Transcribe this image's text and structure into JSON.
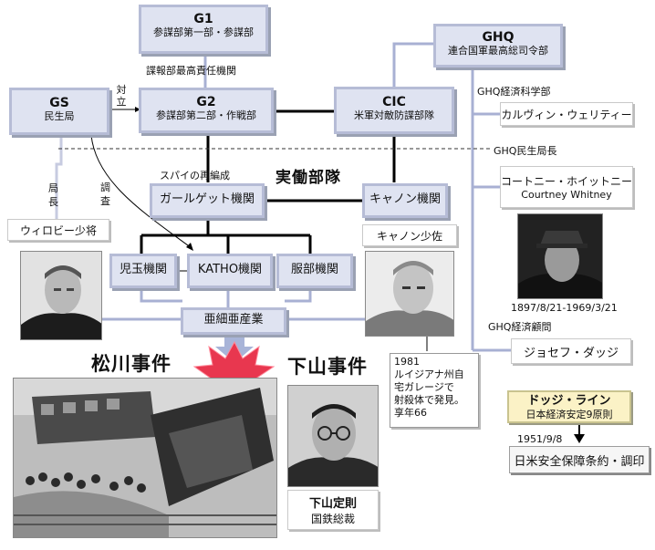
{
  "nodes": {
    "g1": {
      "title": "G1",
      "sub": "参謀部第一部・参謀部"
    },
    "ghq": {
      "title": "GHQ",
      "sub": "連合国軍最高総司令部"
    },
    "gs": {
      "title": "GS",
      "sub": "民生局"
    },
    "g2": {
      "title": "G2",
      "sub": "参謀部第二部・作戦部"
    },
    "cic": {
      "title": "CIC",
      "sub": "米軍対敵防諜部隊"
    },
    "garguet": {
      "title": "ガールゲット機関"
    },
    "canon": {
      "title": "キャノン機関"
    },
    "kodama": {
      "title": "児玉機関"
    },
    "katho": {
      "title": "KATHO機関"
    },
    "hattori": {
      "title": "服部機関"
    },
    "asia": {
      "title": "亜細亜産業"
    }
  },
  "labels": {
    "g1_sub": "諜報部最高責任機関",
    "oppose": "対立",
    "spy_reorg": "スパイの再編成",
    "field_units": "実働部隊",
    "kyoku": "局",
    "cho": "長",
    "investigation_1": "調",
    "investigation_2": "査",
    "ghq_econ_sci": "GHQ経済科学部",
    "ghq_gs_chief": "GHQ民生局長",
    "ghq_econ_adv": "GHQ経済顧問"
  },
  "people": {
    "willoughby": "ウィロビー少将",
    "canon_major": "キャノン少佐",
    "calvin": "カルヴィン・ウェリティー",
    "whitney_ja": "コートニー・ホイットニー",
    "whitney_en": "Courtney Whitney",
    "whitney_dates": "1897/8/21-1969/3/21",
    "dodge": "ジョセフ・ダッジ"
  },
  "events": {
    "matsukawa": "松川事件",
    "shimoyama": "下山事件"
  },
  "notes": {
    "canon_death": [
      "1981",
      "ルイジアナ州自",
      "宅ガレージで",
      "射殺体で発見。",
      "享年66"
    ],
    "shimoyama_name": "下山定則",
    "shimoyama_role": "国鉄総裁"
  },
  "dodge_line": {
    "title": "ドッジ・ライン",
    "sub": "日本経済安定9原則"
  },
  "treaty": {
    "date": "1951/9/8",
    "name": "日米安全保障条約・調印"
  },
  "colors": {
    "box_fill": "#dfe3f1",
    "box_border": "#b6bcd6",
    "connector": "#a8b0d3",
    "explosion": "#e8374f",
    "dodge_fill": "#fbf2c6"
  }
}
